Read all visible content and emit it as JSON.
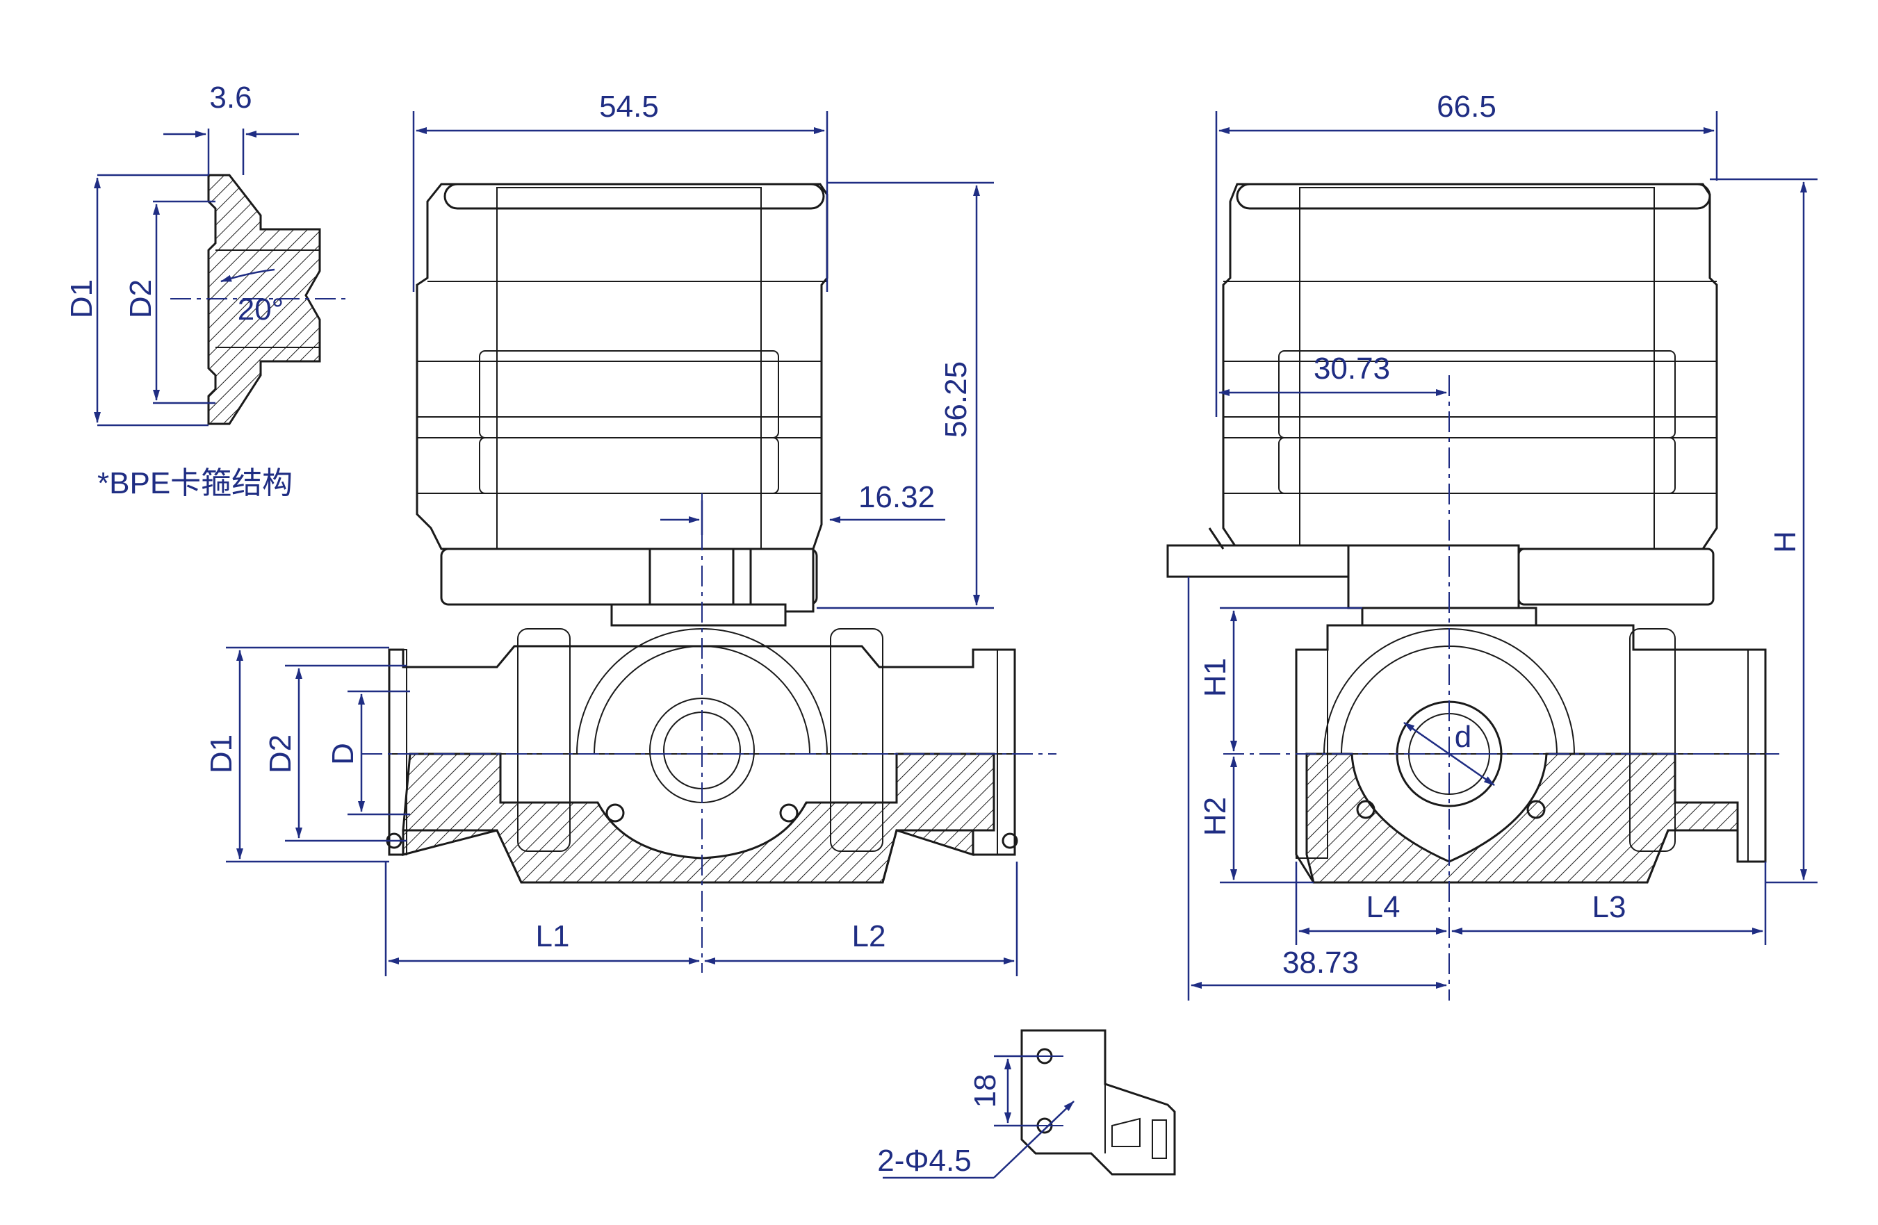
{
  "dimensions": {
    "flange_thickness": "3.6",
    "angle": "20°",
    "flange_d1": "D1",
    "flange_d2": "D2",
    "front_width": "54.5",
    "front_height": "56.25",
    "front_offset": "16.32",
    "body_d1": "D1",
    "body_d2": "D2",
    "body_d": "D",
    "l1": "L1",
    "l2": "L2",
    "side_width": "66.5",
    "side_offset": "30.73",
    "total_height": "H",
    "h1": "H1",
    "h2": "H2",
    "bore": "d",
    "l4": "L4",
    "l3": "L3",
    "side_base": "38.73",
    "bracket_spacing": "18",
    "bracket_holes": "2-Φ4.5"
  },
  "note": "*BPE卡箍结构",
  "colors": {
    "dimension": "#1f2d83",
    "outline": "#1a1a1a"
  }
}
